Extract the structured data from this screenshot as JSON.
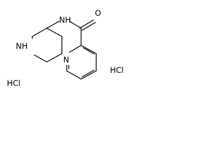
{
  "structure": {
    "atoms": {
      "piperidine_nh": "NH",
      "amide_nh": "NH",
      "carbonyl_o": "O",
      "pyridine_n": "N"
    },
    "salts": [
      "HCl",
      "HCl"
    ]
  },
  "colors": {
    "bond": "#000000",
    "label": "#000000",
    "background": "#ffffff"
  }
}
